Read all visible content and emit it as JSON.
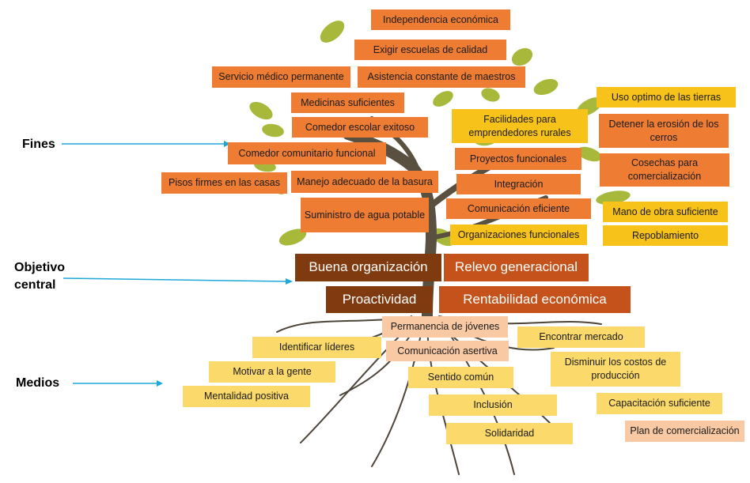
{
  "labels": {
    "fines": "Fines",
    "objetivo_line1": "Objetivo",
    "objetivo_line2": "central",
    "medios": "Medios"
  },
  "colors": {
    "fines_orange": "#ee7d33",
    "fines_yellow": "#f7c21a",
    "objetivo_dark": "#7f3a0f",
    "objetivo_rust": "#c4521a",
    "medios_yellow": "#fbd96a",
    "medios_peach": "#f9c9a4",
    "leaf_green": "#a7b83a",
    "trunk": "#5a5040",
    "arrow": "#1ea7d8"
  },
  "fines": [
    "Independencia económica",
    "Exigir escuelas de calidad",
    "Servicio médico permanente",
    "Asistencia constante  de maestros",
    "Medicinas suficientes",
    "Comedor escolar exitoso",
    "Comedor comunitario funcional",
    "Pisos firmes en las casas",
    "Manejo adecuado de la basura",
    "Suministro de agua potable",
    "Facilidades para emprendedores rurales",
    "Proyectos funcionales",
    "Integración",
    "Comunicación eficiente",
    "Organizaciones funcionales",
    "Uso optimo de las tierras",
    "Detener la erosión de los cerros",
    "Cosechas para comercialización",
    "Mano de obra suficiente",
    "Repoblamiento"
  ],
  "objetivo": [
    "Buena organización",
    "Relevo generacional",
    "Proactividad",
    "Rentabilidad económica"
  ],
  "medios": [
    "Permanencia de jóvenes",
    "Identificar líderes",
    "Comunicación asertiva",
    "Encontrar mercado",
    "Motivar a la gente",
    "Sentido común",
    "Disminuir los costos de producción",
    "Mentalidad positiva",
    "Inclusión",
    "Capacitación suficiente",
    "Solidaridad",
    "Plan de comercialización"
  ]
}
